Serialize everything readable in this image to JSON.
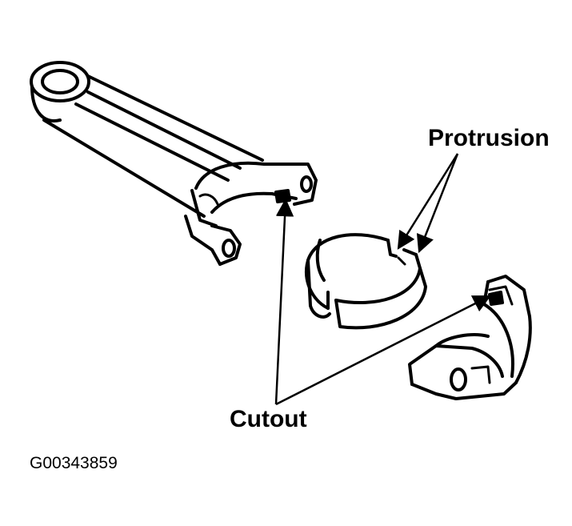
{
  "labels": {
    "protrusion": "Protrusion",
    "cutout": "Cutout",
    "figure_id": "G00343859"
  },
  "colors": {
    "ink": "#000000",
    "paper": "#ffffff"
  }
}
